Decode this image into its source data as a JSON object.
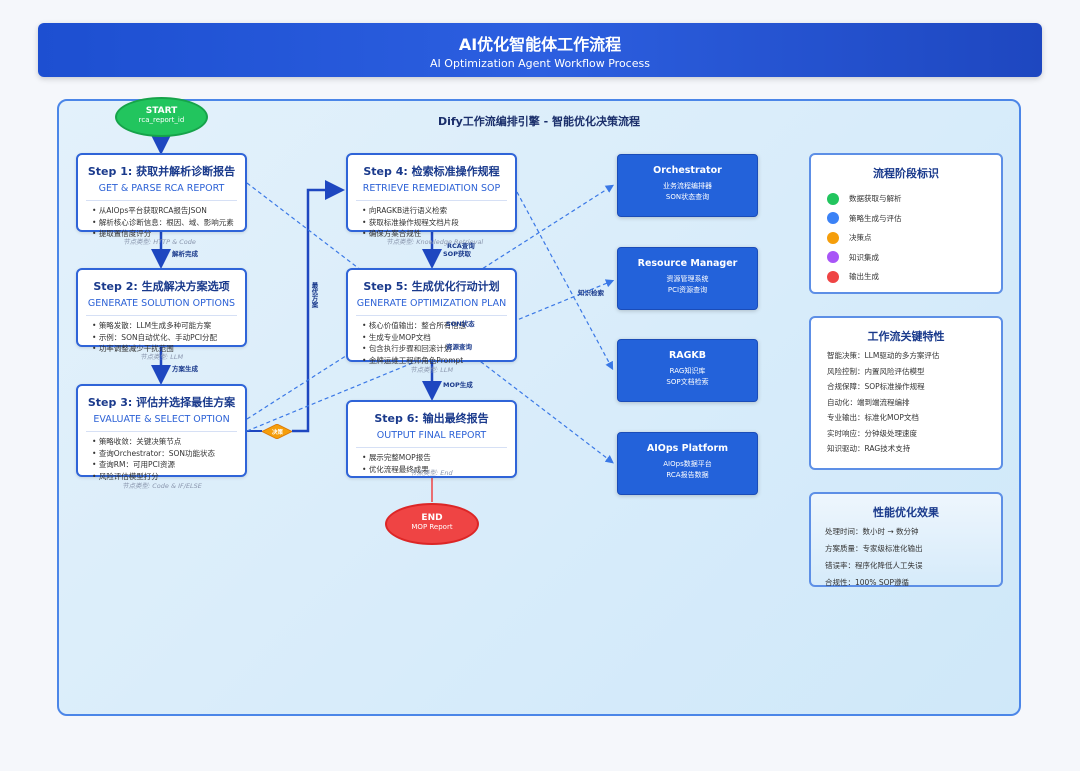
{
  "header": {
    "title": "AI优化智能体工作流程",
    "subtitle": "AI Optimization Agent Workflow Process"
  },
  "canvas": {
    "title": "Dify工作流编排引擎 - 智能优化决策流程"
  },
  "start": {
    "label": "START",
    "sub": "rca_report_id"
  },
  "end": {
    "label": "END",
    "sub": "MOP Report"
  },
  "steps": [
    {
      "title": "Step 1: 获取并解析诊断报告",
      "subtitle": "GET & PARSE RCA REPORT",
      "items": [
        "从AIOps平台获取RCA报告JSON",
        "解析核心诊断信息：根因、域、影响元素",
        "提取置信度评分"
      ],
      "node_type": "节点类型: HTTP & Code"
    },
    {
      "title": "Step 2: 生成解决方案选项",
      "subtitle": "GENERATE SOLUTION OPTIONS",
      "items": [
        "策略发散：LLM生成多种可能方案",
        "示例：SON自动优化、手动PCI分配",
        "功率调整减少干扰范围"
      ],
      "node_type": "节点类型: LLM"
    },
    {
      "title": "Step 3: 评估并选择最佳方案",
      "subtitle": "EVALUATE & SELECT OPTION",
      "items": [
        "策略收敛：关键决策节点",
        "查询Orchestrator：SON功能状态",
        "查询RM：可用PCI资源",
        "风险评估模型打分"
      ],
      "node_type": "节点类型: Code & IF/ELSE"
    },
    {
      "title": "Step 4: 检索标准操作规程",
      "subtitle": "RETRIEVE REMEDIATION SOP",
      "items": [
        "向RAGKB进行语义检索",
        "获取标准操作规程文档片段",
        "确保方案合规性"
      ],
      "node_type": "节点类型: Knowledge Retrieval"
    },
    {
      "title": "Step 5: 生成优化行动计划",
      "subtitle": "GENERATE OPTIMIZATION PLAN",
      "items": [
        "核心价值输出：整合所有信息",
        "生成专业MOP文档",
        "包含执行步骤和回滚计划",
        "金牌运维工程师角色Prompt"
      ],
      "node_type": "节点类型: LLM"
    },
    {
      "title": "Step 6: 输出最终报告",
      "subtitle": "OUTPUT FINAL REPORT",
      "items": [
        "展示完整MOP报告",
        "优化流程最终成果"
      ],
      "node_type": "节点类型: End"
    }
  ],
  "systems": [
    {
      "name": "Orchestrator",
      "desc1": "业务流程编排器",
      "desc2": "SON状态查询"
    },
    {
      "name": "Resource Manager",
      "desc1": "资源管理系统",
      "desc2": "PCI资源查询"
    },
    {
      "name": "RAGKB",
      "desc1": "RAG知识库",
      "desc2": "SOP文档检索"
    },
    {
      "name": "AIOps Platform",
      "desc1": "AIOps数据平台",
      "desc2": "RCA报告数据"
    }
  ],
  "flow_labels": {
    "parse_done": "解析完成",
    "solution_gen": "方案生成",
    "best_solution": "最优方案",
    "decision": "决策",
    "rca_query": "RCA查询",
    "sop_fetch": "SOP获取",
    "son_status": "SON状态",
    "resource_query": "资源查询",
    "knowledge_retrieval": "知识检索",
    "mop_gen": "MOP生成"
  },
  "legend": {
    "title": "流程阶段标识",
    "items": [
      {
        "label": "数据获取与解析",
        "color": "#22c55e"
      },
      {
        "label": "策略生成与评估",
        "color": "#3b82f6"
      },
      {
        "label": "决策点",
        "color": "#f59e0b"
      },
      {
        "label": "知识集成",
        "color": "#a855f7"
      },
      {
        "label": "输出生成",
        "color": "#ef4444"
      }
    ]
  },
  "features": {
    "title": "工作流关键特性",
    "items": [
      "智能决策：LLM驱动的多方案评估",
      "风险控制：内置风险评估模型",
      "合规保障：SOP标准操作规程",
      "自动化：端到端流程编排",
      "专业输出：标准化MOP文档",
      "实时响应：分钟级处理速度",
      "知识驱动：RAG技术支持"
    ]
  },
  "performance": {
    "title": "性能优化效果",
    "items": [
      "处理时间：数小时 → 数分钟",
      "方案质量：专家级标准化输出",
      "错误率：程序化降低人工失误",
      "合规性：100% SOP遵循"
    ]
  },
  "colors": {
    "primary": "#2f64d8",
    "start": "#22c55e",
    "end": "#ef4444",
    "decision": "#f59e0b"
  }
}
